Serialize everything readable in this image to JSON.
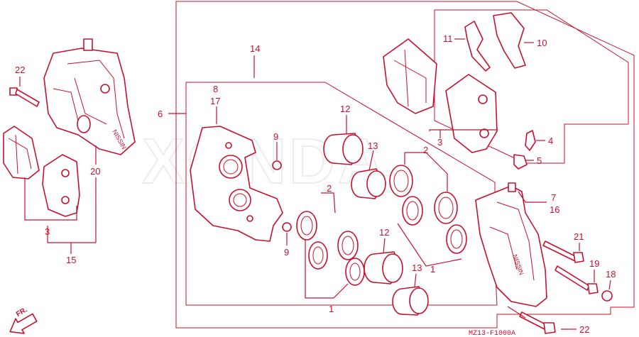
{
  "diagram": {
    "watermark": "XONDA",
    "drawing_code": "MZ13-F1000A",
    "direction_label": "FR.",
    "callouts": {
      "c1a": "1",
      "c1b": "1",
      "c2a": "2",
      "c2b": "2",
      "c3a": "3",
      "c3b": "3",
      "c4": "4",
      "c5": "5",
      "c6": "6",
      "c7": "7",
      "c8": "8",
      "c9a": "9",
      "c9b": "9",
      "c10": "10",
      "c11": "11",
      "c12a": "12",
      "c12b": "12",
      "c13a": "13",
      "c13b": "13",
      "c14": "14",
      "c15": "15",
      "c16": "16",
      "c17": "17",
      "c18": "18",
      "c19": "19",
      "c20": "20",
      "c21": "21",
      "c22a": "22",
      "c22b": "22"
    }
  }
}
